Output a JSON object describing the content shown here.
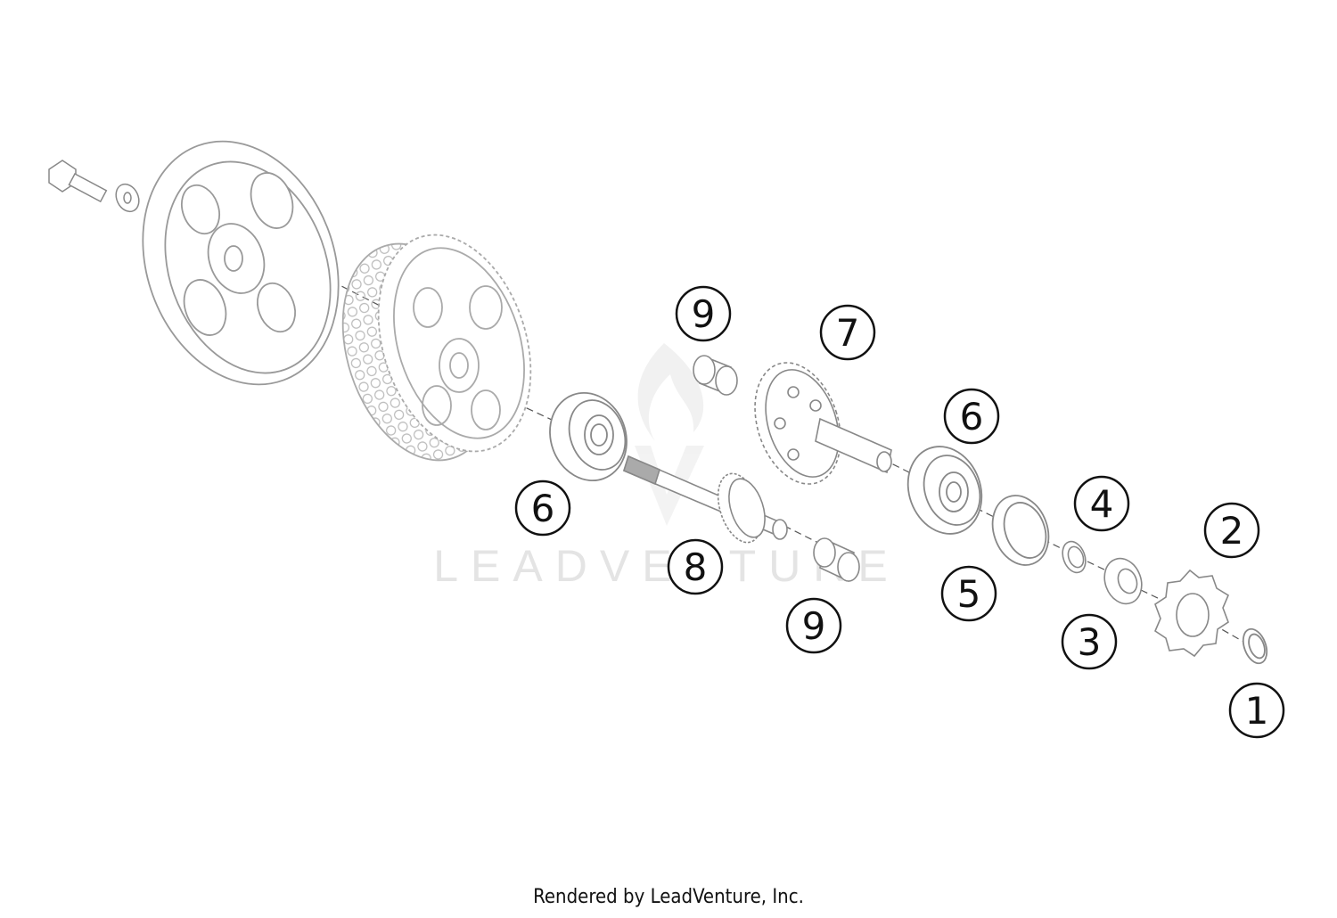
{
  "watermark": {
    "text": "LEADVENTURE"
  },
  "callouts": [
    {
      "number": "1"
    },
    {
      "number": "2"
    },
    {
      "number": "3"
    },
    {
      "number": "4"
    },
    {
      "number": "5"
    },
    {
      "number": "6"
    },
    {
      "number": "6"
    },
    {
      "number": "7"
    },
    {
      "number": "8"
    },
    {
      "number": "9"
    },
    {
      "number": "9"
    }
  ],
  "footer": {
    "text": "Rendered by LeadVenture, Inc."
  }
}
